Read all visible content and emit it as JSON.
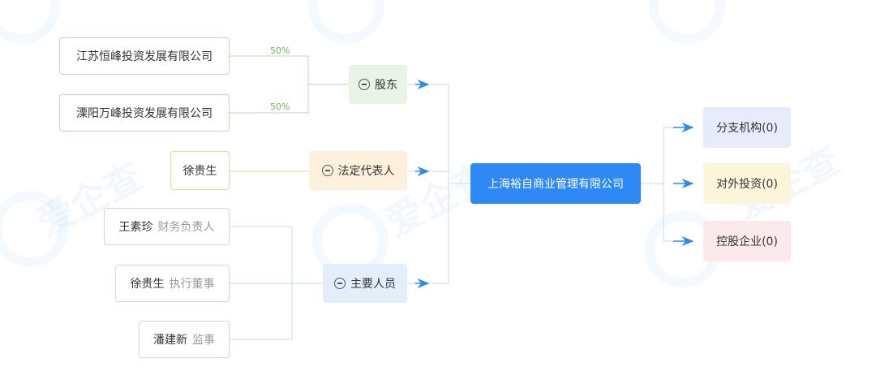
{
  "center": {
    "label": "上海裕自商业管理有限公司"
  },
  "groups": {
    "shareholders": {
      "label": "股东"
    },
    "legal_rep": {
      "label": "法定代表人"
    },
    "key_people": {
      "label": "主要人员"
    }
  },
  "shareholders": [
    {
      "name": "江苏恒峰投资发展有限公司",
      "percent": "50%"
    },
    {
      "name": "溧阳万峰投资发展有限公司",
      "percent": "50%"
    }
  ],
  "legal_rep": {
    "name": "徐贵生"
  },
  "key_people": [
    {
      "name": "王素珍",
      "role": "财务负责人"
    },
    {
      "name": "徐贵生",
      "role": "执行董事"
    },
    {
      "name": "潘建新",
      "role": "监事"
    }
  ],
  "outputs": [
    {
      "label": "分支机构(0)",
      "color": "#e8ebfb"
    },
    {
      "label": "对外投资(0)",
      "color": "#fdf5da"
    },
    {
      "label": "控股企业(0)",
      "color": "#fbe9ec"
    }
  ],
  "watermark": {
    "text": "爱企查"
  },
  "colors": {
    "primary": "#2f89f5",
    "shareholder_line": "#b9ddb5",
    "legal_line": "#f3cfa3",
    "people_line": "#c7d9ef"
  }
}
